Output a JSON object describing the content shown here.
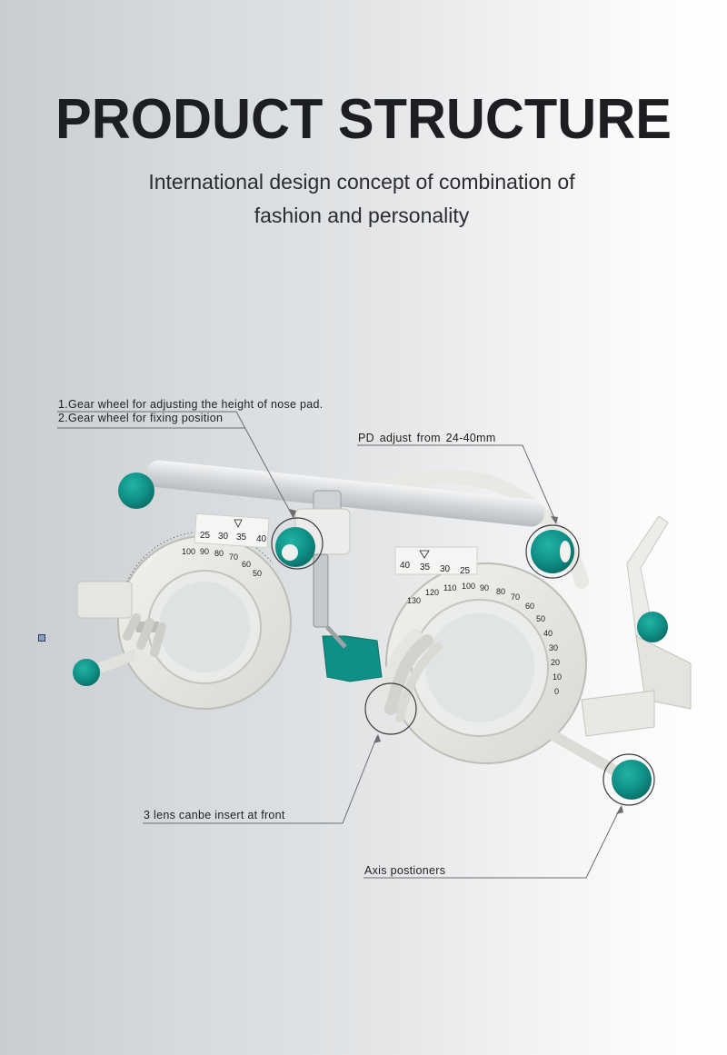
{
  "header": {
    "title": "PRODUCT STRUCTURE",
    "subtitle_line1": "International design concept of combination of",
    "subtitle_line2": "fashion and personality"
  },
  "callouts": {
    "gear_wheel_nose_pad": "1.Gear wheel for adjusting the height of nose pad.",
    "gear_wheel_fixing": "2.Gear wheel for fixing position",
    "pd_adjust": "PD  adjust  from  24-40mm",
    "lens_insert": "3 lens canbe insert at front",
    "axis_positioners": "Axis postioners"
  },
  "product": {
    "name": "trial frame",
    "left_pd_scale": [
      "25",
      "30",
      "35",
      "40"
    ],
    "right_pd_scale": [
      "40",
      "35",
      "30",
      "25"
    ],
    "left_axis_scale": [
      "100",
      "90",
      "80",
      "70",
      "60",
      "50"
    ],
    "right_axis_scale": [
      "130",
      "120",
      "110",
      "100",
      "90",
      "80",
      "70",
      "60",
      "50",
      "40",
      "30",
      "20",
      "10",
      "0"
    ],
    "colors": {
      "frame": "#e6e6e0",
      "accent_teal": "#0f8f86",
      "rod": "#d8dadc",
      "callout_line": "#6b6d70"
    }
  }
}
